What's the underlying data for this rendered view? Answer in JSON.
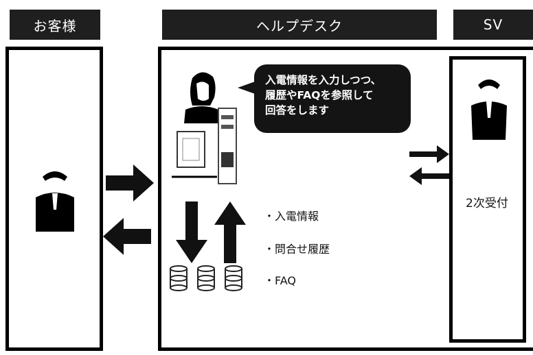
{
  "columns": {
    "customer": {
      "title": "お客様"
    },
    "helpdesk": {
      "title": "ヘルプデスク"
    },
    "sv": {
      "title": "SV",
      "label": "2次受付"
    }
  },
  "speech_bubble": {
    "lines": [
      "入電情報を入力しつつ、",
      "履歴やFAQを参照して",
      "回答をします"
    ]
  },
  "data_items": [
    "・入電情報",
    "・問合せ履歴",
    "・FAQ"
  ],
  "colors": {
    "header_bg": "#1f1f1f",
    "border": "#000000",
    "accent": "#111111"
  }
}
